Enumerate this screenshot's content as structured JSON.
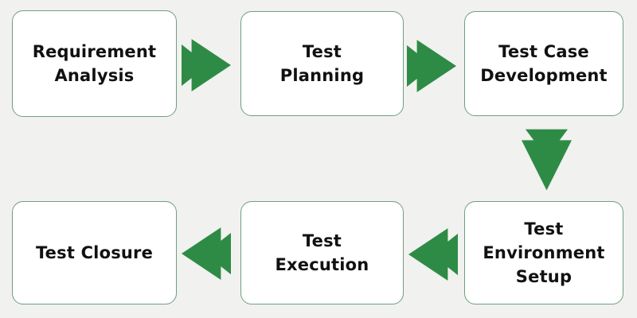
{
  "theme": {
    "background": "#f1f1ef",
    "box_fill": "#ffffff",
    "box_border": "#6f9f82",
    "text_color": "#111111",
    "arrow_color": "#2e8b46"
  },
  "stages": [
    {
      "label": "Requirement\nAnalysis"
    },
    {
      "label": "Test\nPlanning"
    },
    {
      "label": "Test Case\nDevelopment"
    },
    {
      "label": "Test\nEnvironment\nSetup"
    },
    {
      "label": "Test\nExecution"
    },
    {
      "label": "Test Closure"
    }
  ],
  "flow": [
    {
      "from": "Requirement Analysis",
      "to": "Test Planning",
      "direction": "right"
    },
    {
      "from": "Test Planning",
      "to": "Test Case Development",
      "direction": "right"
    },
    {
      "from": "Test Case Development",
      "to": "Test Environment Setup",
      "direction": "down"
    },
    {
      "from": "Test Environment Setup",
      "to": "Test Execution",
      "direction": "left"
    },
    {
      "from": "Test Execution",
      "to": "Test Closure",
      "direction": "left"
    }
  ],
  "icons": {
    "arrow_right": "double-chevron-right-icon",
    "arrow_down": "double-chevron-down-icon",
    "arrow_left": "double-chevron-left-icon"
  }
}
